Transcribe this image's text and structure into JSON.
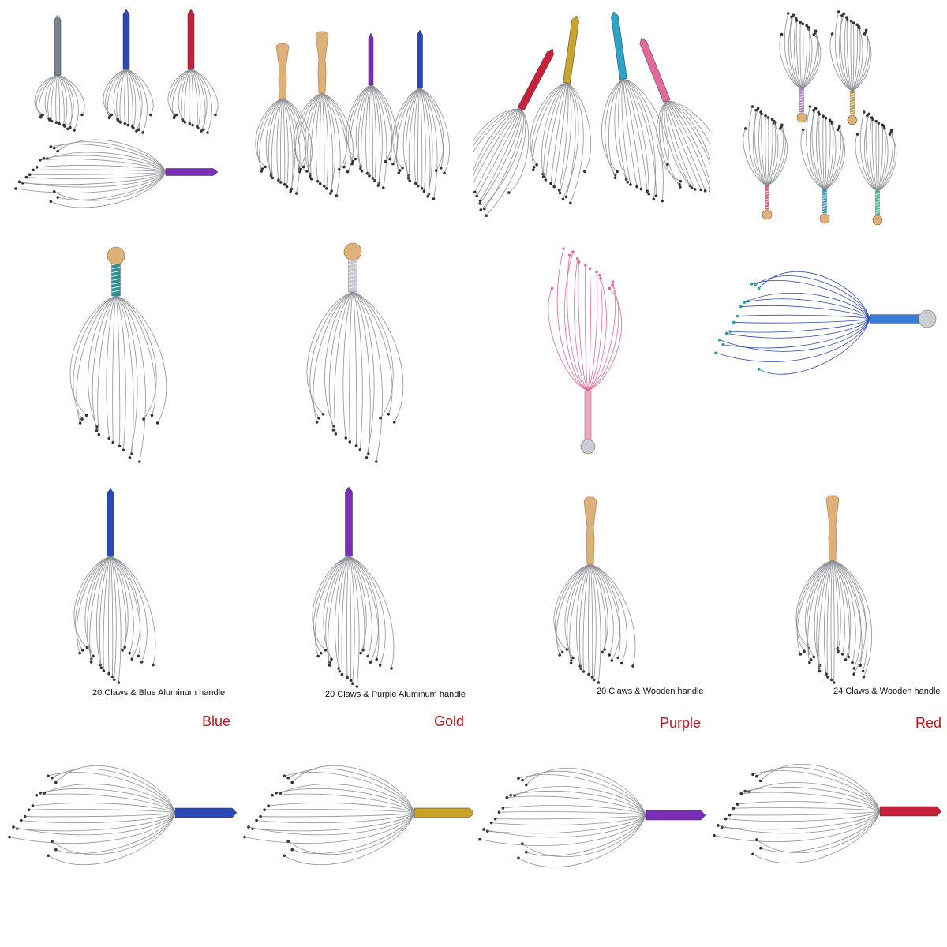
{
  "colors": {
    "wire": "#8e9296",
    "tip": "#333333",
    "blue": "#2c47b8",
    "purple": "#7b2fb8",
    "red": "#c8203a",
    "gold": "#c9a42a",
    "cyan": "#2aa4c9",
    "pink": "#e26a9a",
    "silver": "#9aa0aa",
    "wood": "#deb07a",
    "caption_text": "#111111",
    "label_text": "#c0141c"
  },
  "cells": [
    {
      "name": "cell-r1c1-assortment-aluminum"
    },
    {
      "name": "cell-r1c2-assortment-wood-aluminum"
    },
    {
      "name": "cell-r1c3-assortment-four-colors"
    },
    {
      "name": "cell-r1c4-assortment-spring-handles"
    },
    {
      "name": "cell-r2c1-teal-spring-handle"
    },
    {
      "name": "cell-r2c2-silver-spring-handle"
    },
    {
      "name": "cell-r2c3-pink-ball-handle"
    },
    {
      "name": "cell-r2c4-blue-wire-ball-handle"
    },
    {
      "name": "cell-r3c1-blue-aluminum"
    },
    {
      "name": "cell-r3c2-purple-aluminum"
    },
    {
      "name": "cell-r3c3-wooden-20"
    },
    {
      "name": "cell-r3c4-wooden-24"
    },
    {
      "name": "cell-r4c1-blue-horizontal"
    },
    {
      "name": "cell-r4c2-gold-horizontal"
    },
    {
      "name": "cell-r4c3-purple-horizontal"
    },
    {
      "name": "cell-r4c4-red-horizontal"
    }
  ],
  "captions": {
    "blue_aluminum": "20 Claws & Blue Aluminum handle",
    "purple_aluminum": "20 Claws & Purple Aluminum handle",
    "wooden_20": "20 Claws & Wooden handle",
    "wooden_24": "24 Claws & Wooden handle"
  },
  "labels": {
    "blue": "Blue",
    "gold": "Gold",
    "purple": "Purple",
    "red": "Red"
  }
}
